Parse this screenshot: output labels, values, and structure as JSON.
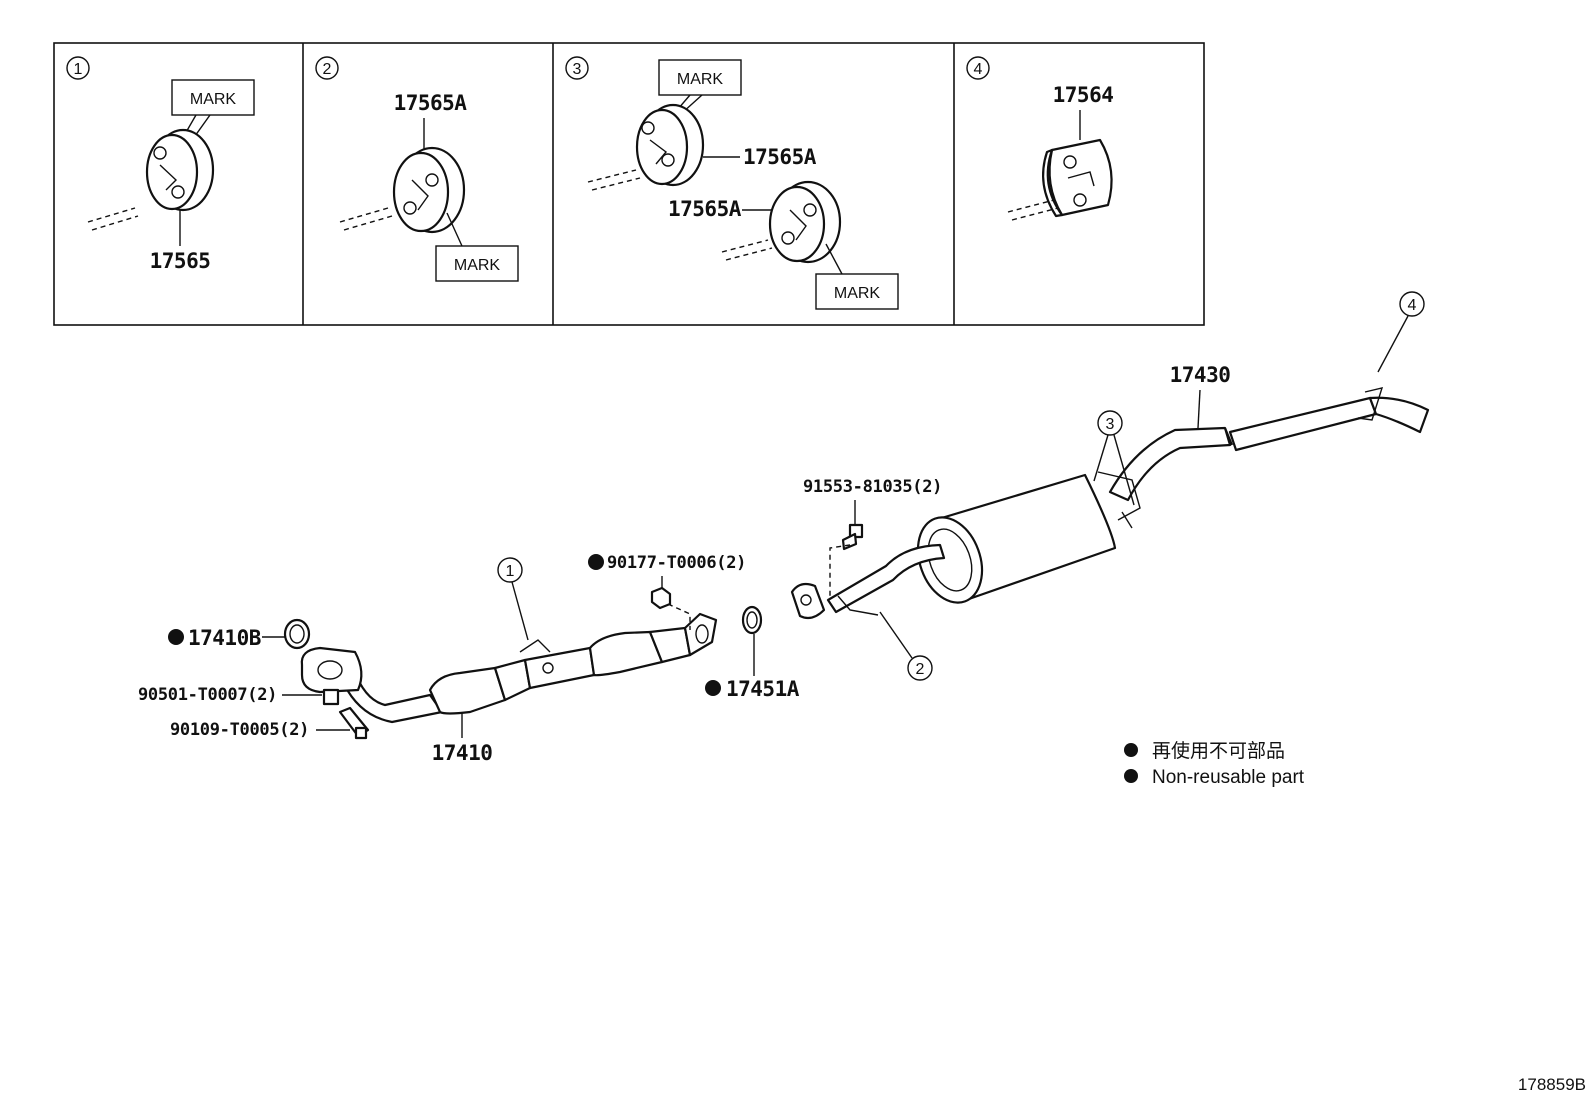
{
  "panels": [
    {
      "index": "1",
      "part": "17565",
      "mark": "MARK"
    },
    {
      "index": "2",
      "part": "17565A",
      "mark": "MARK"
    },
    {
      "index": "3",
      "part_upper": "17565A",
      "part_lower": "17565A",
      "mark_upper": "MARK",
      "mark_lower": "MARK"
    },
    {
      "index": "4",
      "part": "17564"
    }
  ],
  "main": {
    "tailpipe": "17430",
    "callout_3": "3",
    "callout_4": "4",
    "callout_1": "1",
    "callout_2": "2",
    "bolt_91553": "91553-81035(2)",
    "nut_90177": "90177-T0006(2)",
    "gasket_17410B": "17410B",
    "stud_90501": "90501-T0007(2)",
    "bolt_90109": "90109-T0005(2)",
    "front_pipe": "17410",
    "gasket_17451A": "17451A"
  },
  "legend": {
    "jp": "再使用不可部品",
    "en": "Non-reusable part"
  },
  "figure_id": "178859B"
}
